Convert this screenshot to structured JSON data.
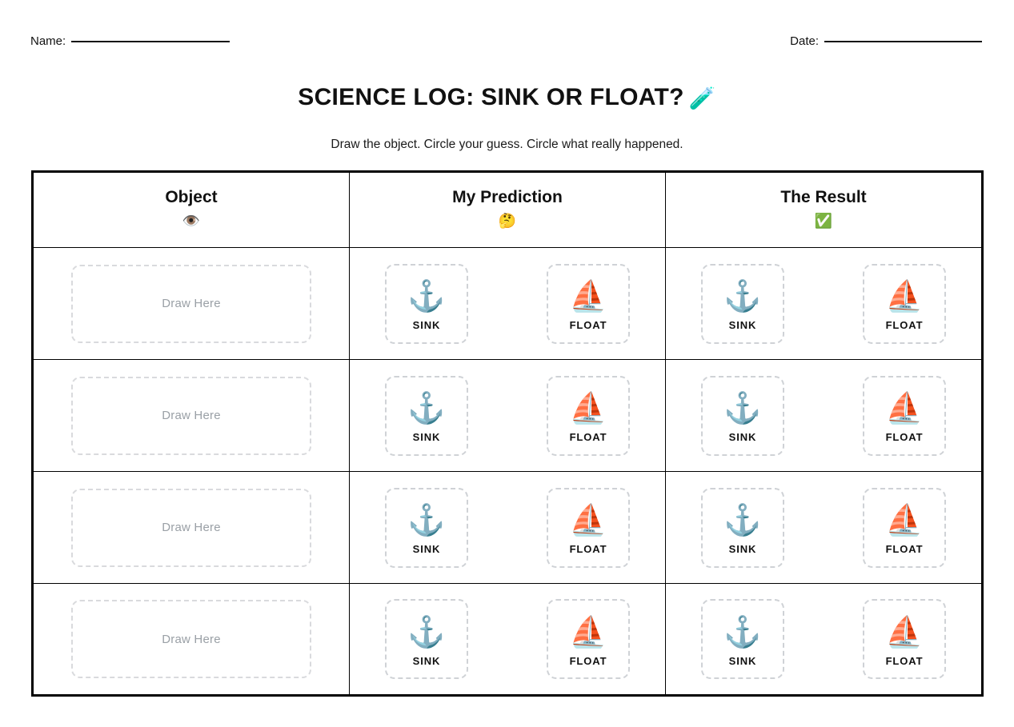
{
  "meta": {
    "name_label": "Name:",
    "date_label": "Date:"
  },
  "header": {
    "title": "SCIENCE LOG: SINK OR FLOAT?",
    "title_emoji": "🧪",
    "title_emoji_name": "test-tube-icon",
    "subtitle": "Draw the object. Circle your guess. Circle what really happened."
  },
  "table": {
    "columns": [
      {
        "label": "Object",
        "emoji": "👁️",
        "emoji_name": "eye-icon"
      },
      {
        "label": "My Prediction",
        "emoji": "🤔",
        "emoji_name": "thinking-face-icon"
      },
      {
        "label": "The Result",
        "emoji": "✅",
        "emoji_name": "check-mark-icon"
      }
    ],
    "draw_placeholder": "Draw Here",
    "choices": [
      {
        "label": "SINK",
        "emoji": "⚓",
        "emoji_name": "anchor-icon"
      },
      {
        "label": "FLOAT",
        "emoji": "⛵",
        "emoji_name": "sailboat-icon"
      }
    ],
    "row_count": 4,
    "rows": [
      {
        "draw_placeholder": "Draw Here"
      },
      {
        "draw_placeholder": "Draw Here"
      },
      {
        "draw_placeholder": "Draw Here"
      },
      {
        "draw_placeholder": "Draw Here"
      }
    ]
  },
  "colors": {
    "border": "#000000",
    "dashed_box": "#cfd2d6",
    "placeholder_text": "#9aa0a6",
    "text": "#111111",
    "background": "#ffffff"
  }
}
